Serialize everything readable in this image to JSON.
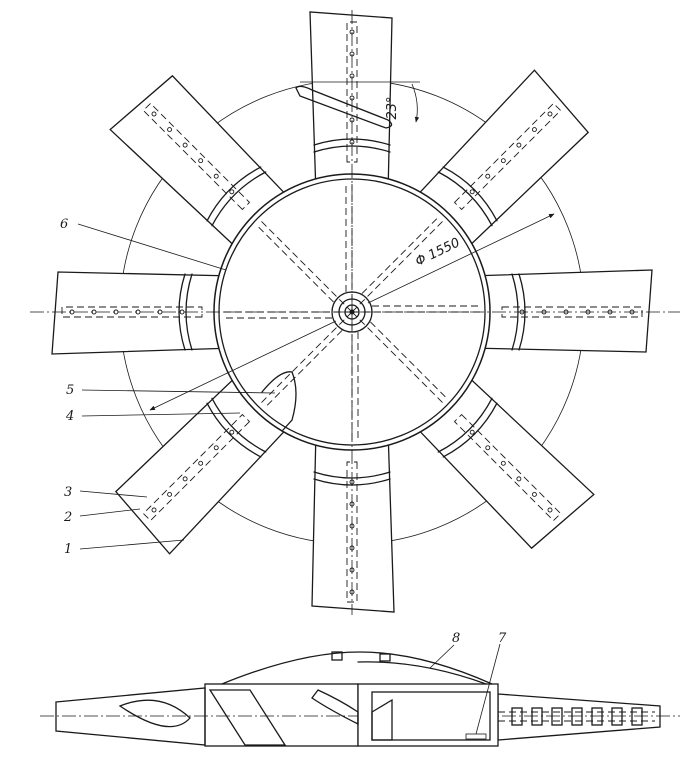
{
  "dimensions": {
    "diameter": "Φ 1550",
    "angle": "23°"
  },
  "callouts": [
    {
      "id": "label-1",
      "text": "1"
    },
    {
      "id": "label-2",
      "text": "2"
    },
    {
      "id": "label-3",
      "text": "3"
    },
    {
      "id": "label-4",
      "text": "4"
    },
    {
      "id": "label-5",
      "text": "5"
    },
    {
      "id": "label-6",
      "text": "6"
    },
    {
      "id": "label-7",
      "text": "7"
    },
    {
      "id": "label-8",
      "text": "8"
    }
  ]
}
